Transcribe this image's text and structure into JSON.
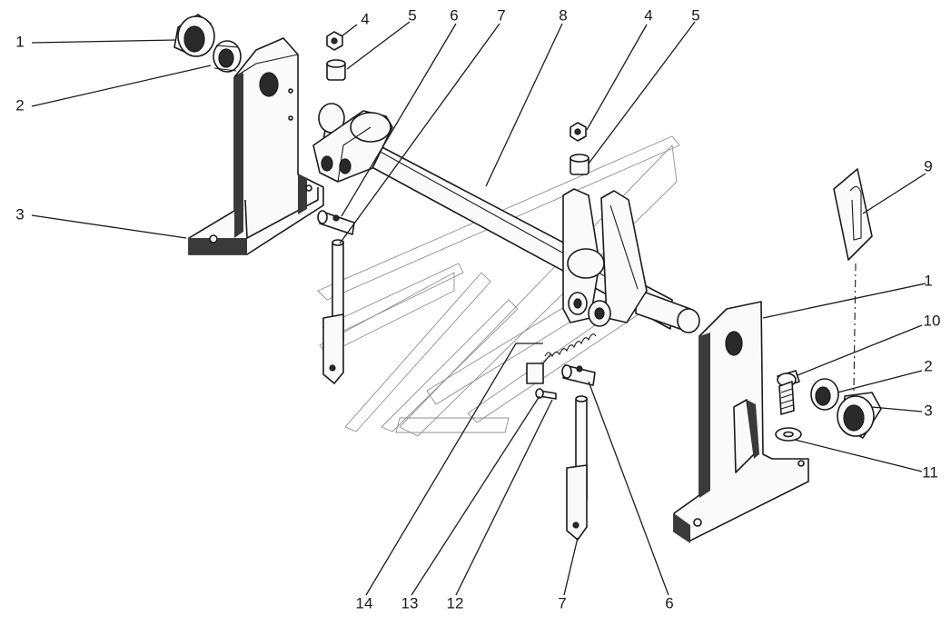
{
  "callouts": [
    {
      "id": "c1-left",
      "text": "1"
    },
    {
      "id": "c2-left",
      "text": "2"
    },
    {
      "id": "c3-left",
      "text": "3"
    },
    {
      "id": "c4-a",
      "text": "4"
    },
    {
      "id": "c5-a",
      "text": "5"
    },
    {
      "id": "c6-top",
      "text": "6"
    },
    {
      "id": "c7-top",
      "text": "7"
    },
    {
      "id": "c8",
      "text": "8"
    },
    {
      "id": "c4-b",
      "text": "4"
    },
    {
      "id": "c5-b",
      "text": "5"
    },
    {
      "id": "c9",
      "text": "9"
    },
    {
      "id": "c1-right",
      "text": "1"
    },
    {
      "id": "c10",
      "text": "10"
    },
    {
      "id": "c2-right",
      "text": "2"
    },
    {
      "id": "c3-right",
      "text": "3"
    },
    {
      "id": "c11",
      "text": "11"
    },
    {
      "id": "c14",
      "text": "14"
    },
    {
      "id": "c13",
      "text": "13"
    },
    {
      "id": "c12",
      "text": "12"
    },
    {
      "id": "c7-bottom",
      "text": "7"
    },
    {
      "id": "c6-bottom",
      "text": "6"
    }
  ]
}
